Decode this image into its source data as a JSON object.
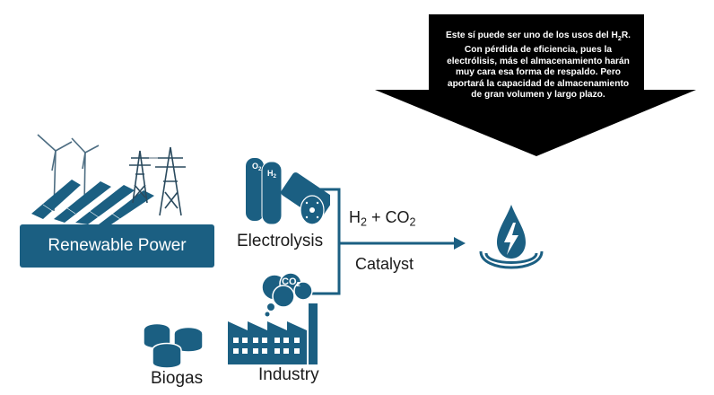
{
  "callout": {
    "text_before": "Este sí puede ser uno de los usos del H",
    "sub": "2",
    "text_after": "R. Con pérdida de eficiencia, pues la electrólisis, más el almacenamiento harán muy cara esa forma de respaldo. Pero aportará la capacidad de almacenamiento de gran volumen y largo plazo."
  },
  "renewable_power": {
    "label": "Renewable Power"
  },
  "electrolysis": {
    "label": "Electrolysis",
    "o2": "O",
    "o2_sub": "2",
    "h2": "H",
    "h2_sub": "2"
  },
  "reaction": {
    "h": "H",
    "h_sub": "2",
    "plus_co": " + CO",
    "co_sub": "2",
    "catalyst": "Catalyst"
  },
  "industry": {
    "label": "Industry",
    "cloud_co": "CO",
    "cloud_sub": "2"
  },
  "biogas": {
    "label": "Biogas"
  },
  "colors": {
    "accent": "#1b5f82",
    "callout": "#000000"
  },
  "icons": [
    "wind-turbine-icon",
    "solar-panel-icon",
    "power-pylon-icon",
    "gas-cylinder-icon",
    "factory-icon",
    "biogas-tank-icon",
    "energy-drop-icon"
  ]
}
